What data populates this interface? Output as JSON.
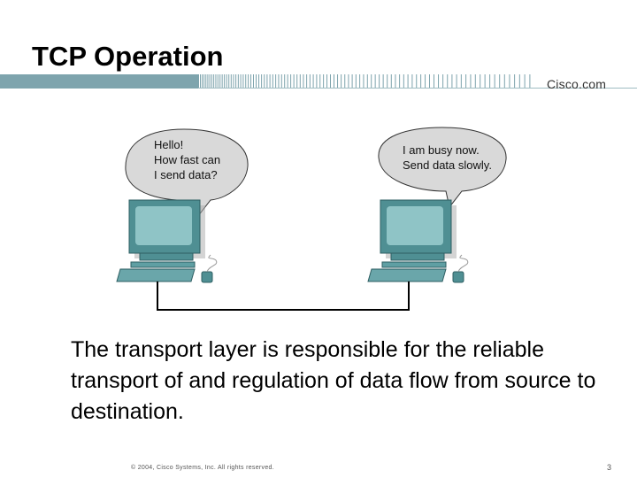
{
  "slide": {
    "title": "TCP Operation",
    "brand": "Cisco.com",
    "body_text": "The transport layer is responsible for the reliable transport of and regulation of data flow from source to destination.",
    "footer_copyright": "© 2004, Cisco Systems, Inc. All rights reserved.",
    "page_number": "3"
  },
  "diagram": {
    "left_bubble_lines": [
      "Hello!",
      "How fast can",
      "I send data?"
    ],
    "right_bubble_lines": [
      "I am busy now.",
      "Send data slowly."
    ]
  },
  "colors": {
    "title_bar": "#7ea4ad",
    "monitor": "#4f8f93",
    "screen": "#8fc4c6",
    "bubble": "#d9d9d9",
    "cable": "#000000"
  }
}
